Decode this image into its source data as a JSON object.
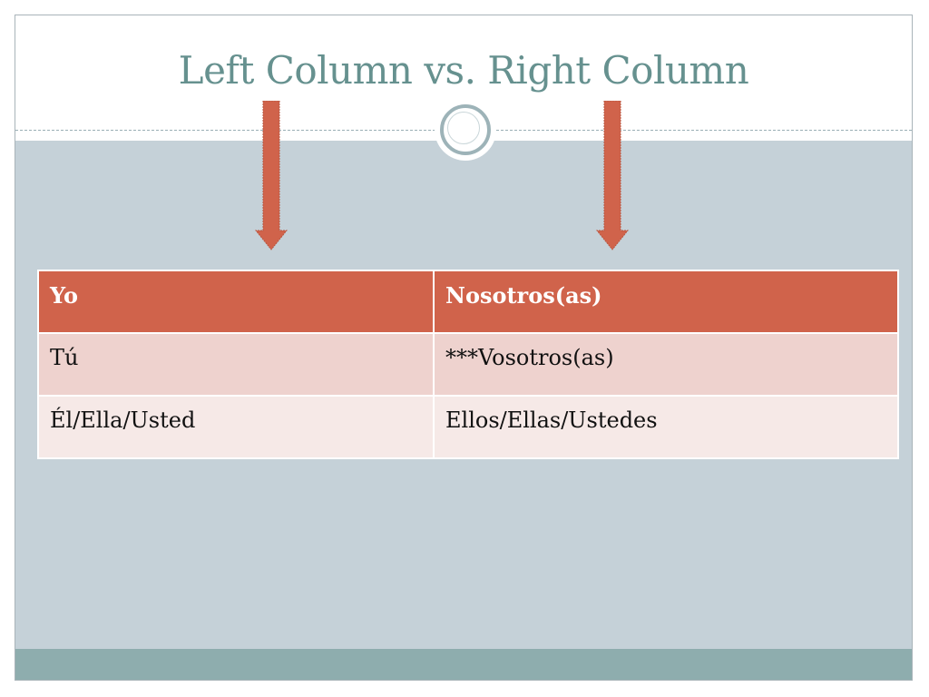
{
  "slide": {
    "title": "Left Column vs. Right Column"
  },
  "arrows": {
    "color": "#d0634b",
    "left_icon": "down-arrow-icon",
    "right_icon": "down-arrow-icon"
  },
  "table": {
    "header_color": "#d0634b",
    "rows": [
      [
        "Yo",
        "Nosotros(as)"
      ],
      [
        "Tú",
        "***Vosotros(as)"
      ],
      [
        "Él/Ella/Usted",
        "Ellos/Ellas/Ustedes"
      ]
    ]
  }
}
